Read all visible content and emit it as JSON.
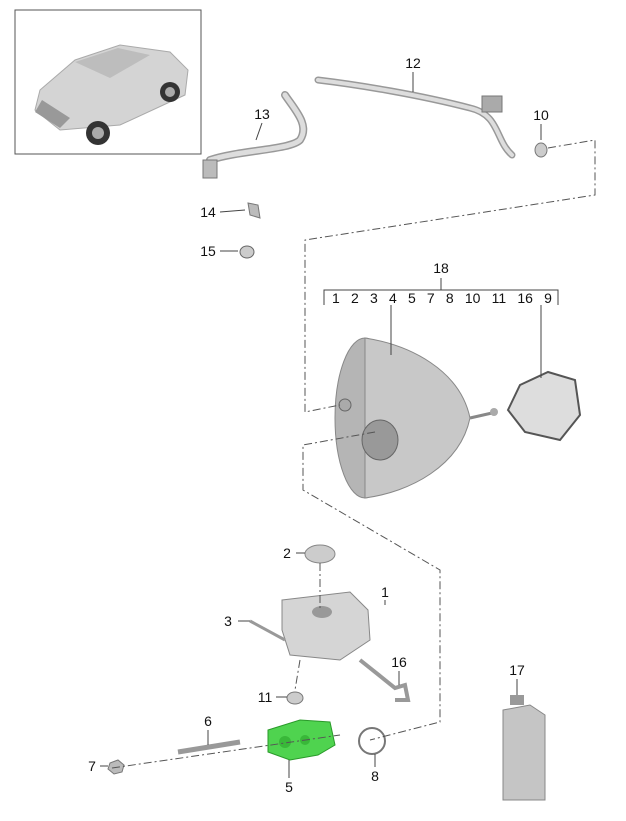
{
  "title": "Brake booster / master cylinder parts diagram",
  "callouts": {
    "p12": "12",
    "p13": "13",
    "p10": "10",
    "p14": "14",
    "p15": "15",
    "p18": "18",
    "p2": "2",
    "p1": "1",
    "p3": "3",
    "p16": "16",
    "p17": "17",
    "p11": "11",
    "p6": "6",
    "p7": "7",
    "p8": "8",
    "p5": "5",
    "p4": "4",
    "p9": "9"
  },
  "group18_items": [
    "1",
    "2",
    "3",
    "4",
    "5",
    "7",
    "8",
    "10",
    "11",
    "16",
    "9"
  ],
  "colors": {
    "highlight": "#4fd34f",
    "parts": "#c8c8c8",
    "lines": "#333333"
  }
}
